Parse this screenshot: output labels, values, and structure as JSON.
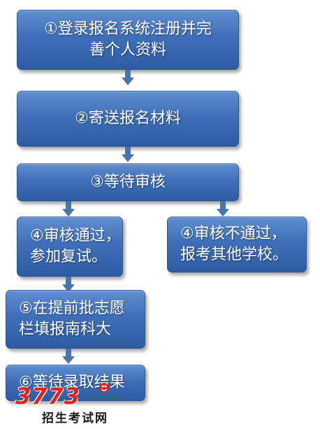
{
  "flow": {
    "step1": "①登录报名系统注册并完\n善个人资料",
    "step2": "②寄送报名材料",
    "step3": "③等待审核",
    "step4_pass": "④审核通过，\n参加复试。",
    "step4_fail": "④审核不通过，\n报考其他学校。",
    "step5": "⑤在提前批志愿\n栏填报南科大",
    "step6": "⑥等待录取结果"
  },
  "watermark": {
    "number": "3773",
    "url": ".com.cn",
    "caption": "招生考试网"
  },
  "colors": {
    "box_fill": "#3f6fb8",
    "box_border": "#2a5596",
    "arrow": "#4a74ad",
    "watermark_red": "#e0211c"
  },
  "icons": [
    "down-arrow-icon",
    "mascot-icon"
  ]
}
